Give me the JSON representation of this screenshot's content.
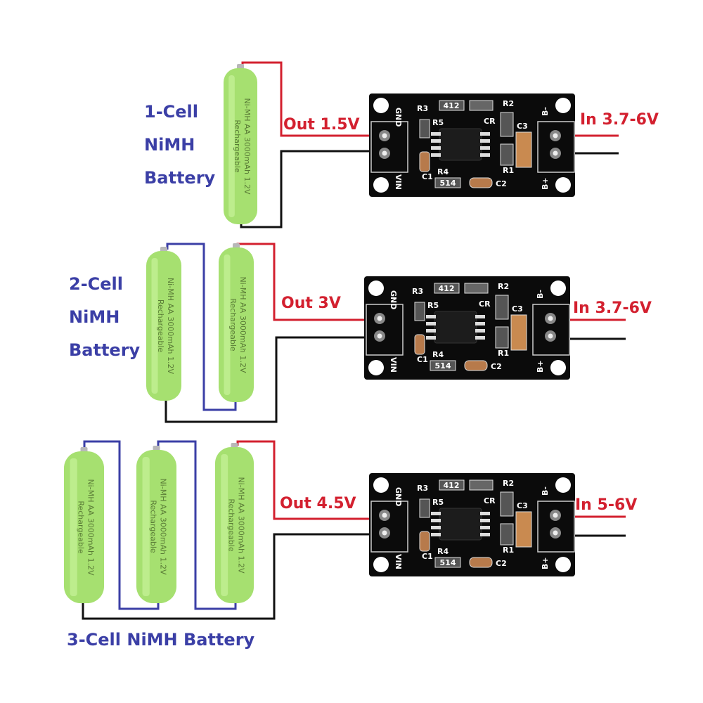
{
  "colors": {
    "positive_wire": "#d3202f",
    "negative_wire": "#111111",
    "series_wire": "#3b3fa6",
    "battery": "#a6e070",
    "pcb": "#0b0b0b",
    "label_blue": "#3b3fa6",
    "label_red": "#d3202f"
  },
  "battery_label": {
    "line1": "Ni-MH AA 3000mAh 1.2V",
    "line2": "Rechargeable"
  },
  "board_labels": {
    "gnd": "GND",
    "vin": "VIN",
    "bminus": "B-",
    "bplus": "B+",
    "r1": "R1",
    "r2": "R2",
    "r3": "R3",
    "r4": "R4",
    "r5": "R5",
    "c1": "C1",
    "c2": "C2",
    "c3": "C3",
    "cr": "CR",
    "code_top": "412",
    "code_bottom": "514"
  },
  "sections": [
    {
      "cells": 1,
      "title_lines": [
        "1-Cell",
        "NiMH",
        "Battery"
      ],
      "output": "Out 1.5V",
      "input": "In 3.7-6V"
    },
    {
      "cells": 2,
      "title_lines": [
        "2-Cell",
        "NiMH",
        "Battery"
      ],
      "output": "Out 3V",
      "input": "In 3.7-6V"
    },
    {
      "cells": 3,
      "title_lines": [
        "3-Cell NiMH Battery"
      ],
      "output": "Out 4.5V",
      "input": "In 5-6V"
    }
  ]
}
